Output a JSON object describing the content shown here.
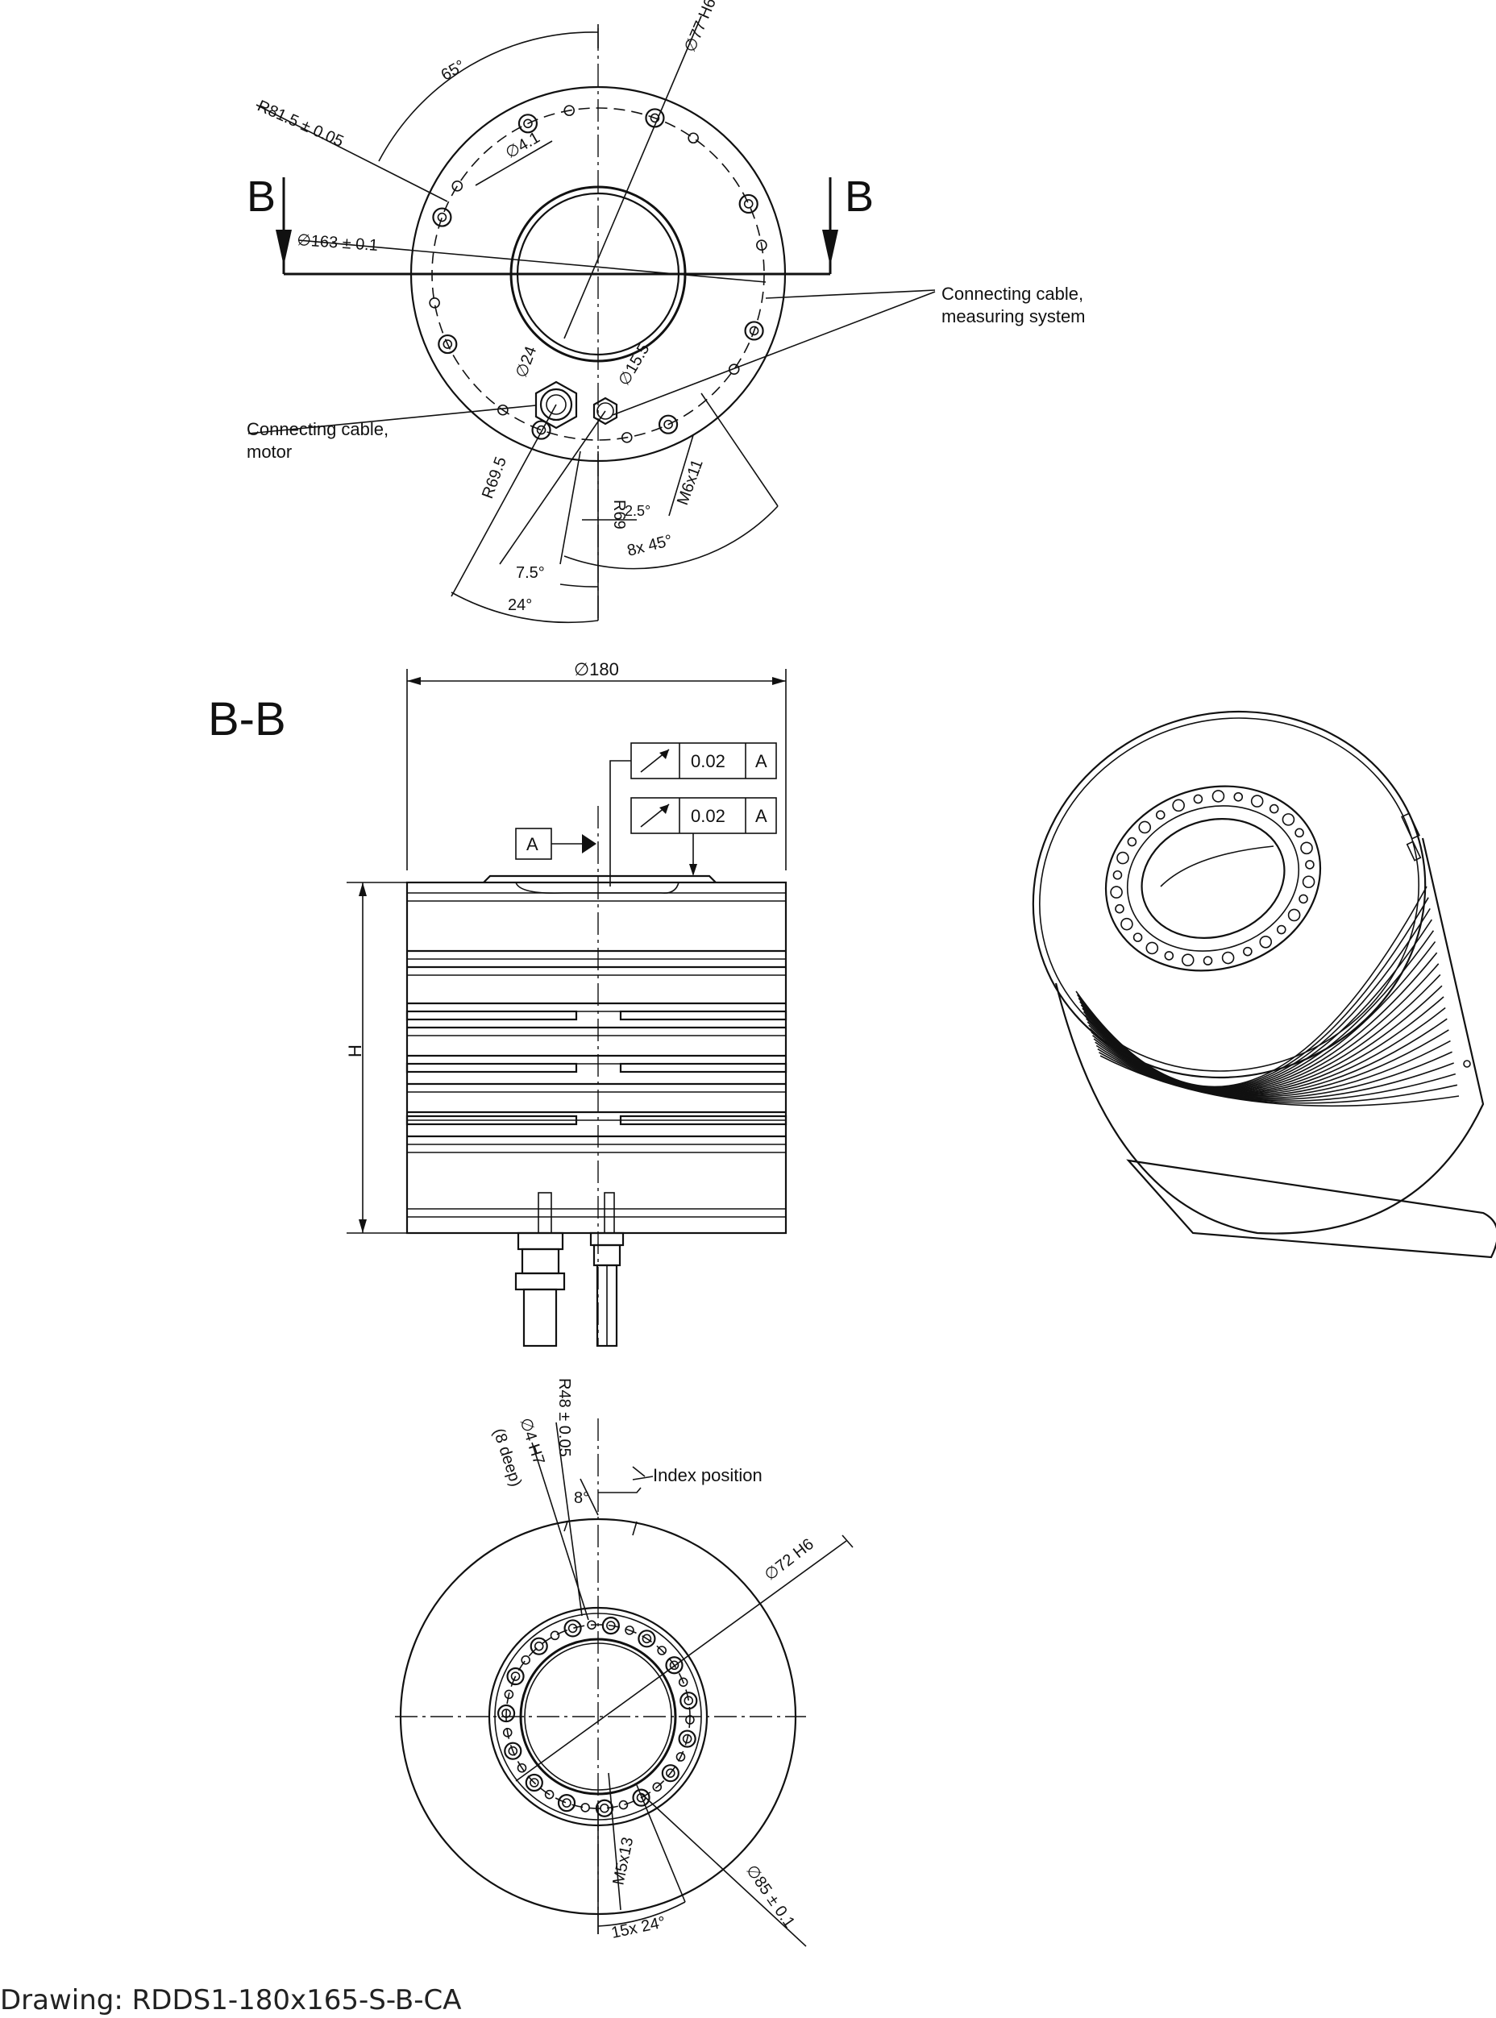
{
  "top_view": {
    "section_letter_left": "B",
    "section_letter_right": "B",
    "dims": {
      "angle_65": "65°",
      "bore": "∅77 H6",
      "radius_815": "R81.5 ± 0.05",
      "hole_41": "∅4.1",
      "pcd_163": "∅163 ± 0.1",
      "plug_24": "∅24",
      "plug_155": "∅15.5",
      "r695": "R69.5",
      "r69": "R69",
      "thread_m6": "M6x11",
      "angle_25": "2.5°",
      "angle_8x45": "8x 45°",
      "angle_75": "7.5°",
      "angle_24": "24°"
    },
    "labels": {
      "cable_meas_1": "Connecting cable,",
      "cable_meas_2": "measuring system",
      "cable_motor_1": "Connecting cable,",
      "cable_motor_2": "motor"
    }
  },
  "section_view": {
    "title": "B-B",
    "dia_180": "∅180",
    "height_label": "H",
    "datum": "A",
    "tol_upper": {
      "value": "0.02",
      "datum": "A"
    },
    "tol_lower": {
      "value": "0.02",
      "datum": "A"
    }
  },
  "bottom_view": {
    "dims": {
      "r48": "R48 ± 0.05",
      "pin": "∅4 H7",
      "pin_depth": "(8 deep)",
      "angle_8": "8°",
      "index": "Index position",
      "bore_72": "∅72 H6",
      "pcd_85": "∅85 ± 0.1",
      "thread_m5": "M5x13",
      "angle_15x24": "15x 24°"
    }
  },
  "caption": "Drawing: RDDS1-180x165-S-B-CA"
}
